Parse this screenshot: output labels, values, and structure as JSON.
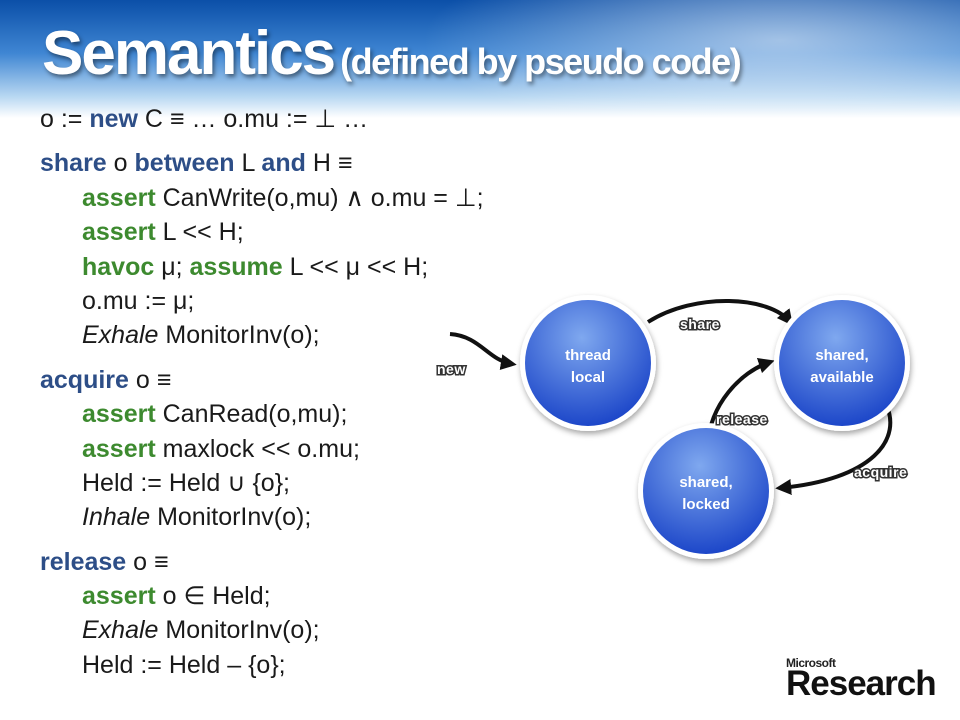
{
  "title": {
    "main": "Semantics",
    "sub": "(defined by pseudo code)"
  },
  "code": {
    "l1": {
      "a": "o := ",
      "b": "new",
      "c": " C  ≡  … o.mu := ⊥ …"
    },
    "share": {
      "kw1": "share",
      "t1": " o ",
      "kw2": "between",
      "t2": " L ",
      "kw3": "and",
      "t3": " H  ≡"
    },
    "s1": {
      "kw": "assert",
      "t": " CanWrite(o,mu) ∧ o.mu = ⊥;"
    },
    "s2": {
      "kw": "assert",
      "t": " L << H;"
    },
    "s3": {
      "kw": "havoc",
      "t1": " μ;  ",
      "kw2": "assume",
      "t2": " L << μ << H;"
    },
    "s4": {
      "t": "o.mu := μ;"
    },
    "s5": {
      "it": "Exhale",
      "t": " MonitorInv(o);"
    },
    "acq": {
      "kw": "acquire",
      "t": " o  ≡"
    },
    "a1": {
      "kw": "assert",
      "t": " CanRead(o,mu);"
    },
    "a2": {
      "kw": "assert",
      "t": " maxlock  << o.mu;"
    },
    "a3": {
      "t": "Held := Held ∪ {o};"
    },
    "a4": {
      "it": "Inhale",
      "t": " MonitorInv(o);"
    },
    "rel": {
      "kw": "release",
      "t": " o  ≡"
    },
    "r1": {
      "kw": "assert",
      "t": " o ∈ Held;"
    },
    "r2": {
      "it": "Exhale",
      "t": " MonitorInv(o);"
    },
    "r3": {
      "t": "Held := Held – {o};"
    }
  },
  "diagram": {
    "nodes": {
      "thread_local": [
        "thread",
        "local"
      ],
      "shared_available": [
        "shared,",
        "available"
      ],
      "shared_locked": [
        "shared,",
        "locked"
      ]
    },
    "edges": {
      "new": "new",
      "share": "share",
      "release": "release",
      "acquire": "acquire"
    },
    "colors": {
      "node_light": "#7fa8ef",
      "node_dark": "#1d47c9",
      "arrow": "#111111"
    }
  },
  "logo": {
    "company": "Microsoft",
    "division": "Research"
  }
}
